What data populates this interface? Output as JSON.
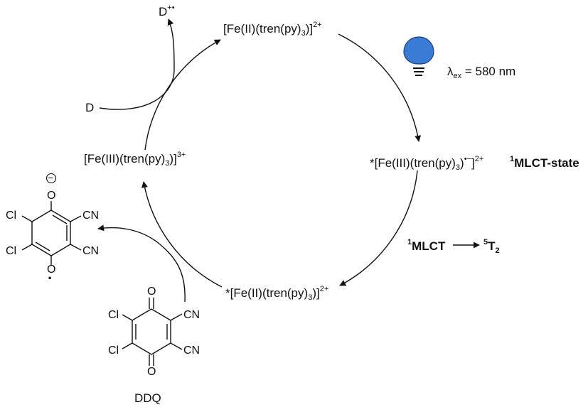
{
  "colors": {
    "bulb": "#3a7bd5",
    "ink": "#111111"
  },
  "icons": {
    "light": "lightbulb-icon"
  },
  "species": {
    "fe2_ground": {
      "prefix": "[Fe(II)(tren(py)",
      "sub": "3",
      "close": ")]",
      "charge": "2+"
    },
    "fe3_mlct": {
      "prefix": "*[Fe(III)(tren(py)",
      "sub": "3",
      "close": ")",
      "radical": "•−",
      "bracket": "]",
      "charge": "2+"
    },
    "mlct_state_label": {
      "sup": "1",
      "text": "MLCT-state"
    },
    "fe2_excited": {
      "prefix": "*[Fe(II)(tren(py)",
      "sub": "3",
      "close": ")]",
      "charge": "2+"
    },
    "fe3_oxidized": {
      "prefix": "[Fe(III)(tren(py)",
      "sub": "3",
      "close": ")]",
      "charge": "3+"
    }
  },
  "excitation": {
    "lambda": "λ",
    "sub": "ex",
    "rest": " = 580 nm"
  },
  "transition": {
    "from_sup": "1",
    "from": "MLCT",
    "to_sup": "5",
    "to": "T",
    "to_sub": "2"
  },
  "donor": {
    "reduced": "D",
    "oxidized": "D",
    "oxidized_sup": "+•"
  },
  "ddq": {
    "name": "DDQ",
    "atoms": {
      "o": "O",
      "cl": "Cl",
      "cn": "CN"
    }
  },
  "semiquinone": {
    "atoms": {
      "o": "O",
      "cl": "Cl",
      "cn": "CN"
    },
    "anion_symbol": "−",
    "radical_dot": "·"
  }
}
